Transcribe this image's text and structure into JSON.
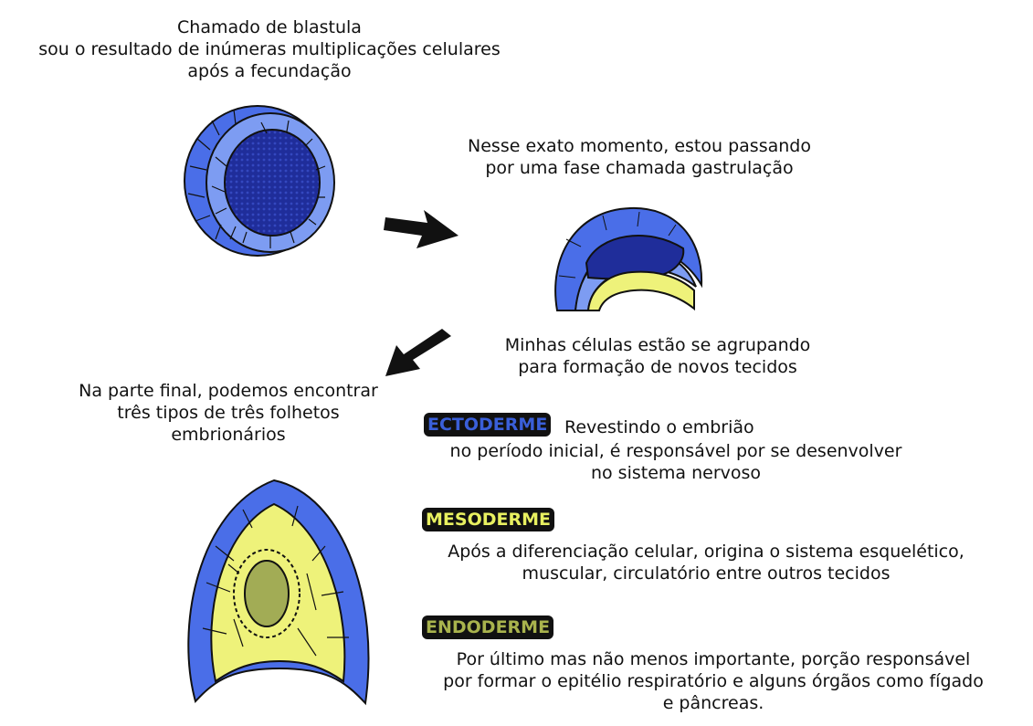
{
  "captions": {
    "blastula": "Chamado de blastula\nsou o resultado de inúmeras multiplicações celulares\napós a fecundação",
    "gastrula": "Nesse exato momento, estou passando\npor uma fase chamada gastrulação",
    "grouping": "Minhas células estão se agrupando\npara formação de novos tecidos",
    "final": "Na parte final, podemos encontrar\ntrês tipos de três folhetos\nembrionários"
  },
  "layers": {
    "ectoderm": {
      "label": "ECTODERME",
      "color": "#3a5fd9",
      "text_first": "Revestindo o embrião",
      "text_rest": "no período inicial, é responsável por se desenvolver\nno sistema nervoso"
    },
    "mesoderm": {
      "label": "MESODERME",
      "color": "#e8f060",
      "text": "Após a diferenciação celular, origina o sistema esquelético,\nmuscular, circulatório entre outros tecidos"
    },
    "endoderm": {
      "label": "ENDODERME",
      "color": "#a9b34d",
      "text": "Por último mas não menos importante, porção responsável\npor formar o epitélio respiratório e alguns órgãos como fígado\ne pâncreas."
    }
  },
  "figure_colors": {
    "outer_blue": "#4a6ee8",
    "light_blue": "#7d9cf2",
    "dark_blue": "#1f2d9a",
    "yellow": "#eef27a",
    "olive": "#a2ac55"
  },
  "figures": {
    "blastula": "blastula-figure",
    "gastrula": "gastrula-figure",
    "three_layers": "three-layer-embryo-figure"
  }
}
